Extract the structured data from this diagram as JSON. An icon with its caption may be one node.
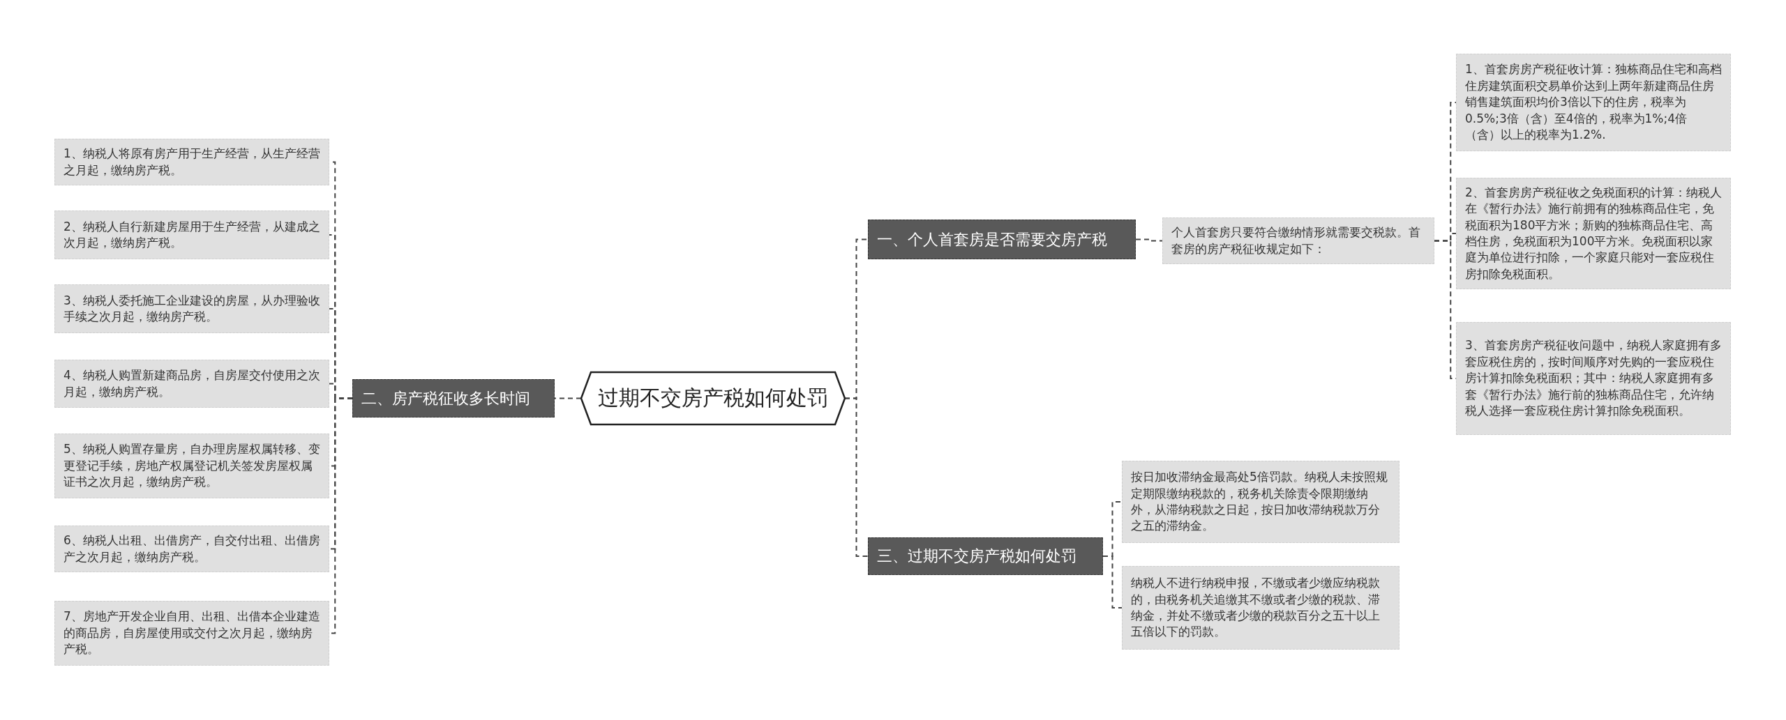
{
  "diagram": {
    "nodes": [
      {
        "text": [
          "过期不交房产税如何处罚"
        ]
      },
      {
        "text": [
          "一、个人首套房是否需要交房产税"
        ]
      },
      {
        "text": [
          "个人首套房只要符合缴纳情形就需要交税款。首套房的房产税征收规定如下："
        ]
      },
      {
        "text": [
          "1、首套房房产税征收计算：独栋商品住宅和高档住房建筑面积交易单价达到上两年新建商品住房销售建筑面积均价3倍以下的住房，税率为0.5%;3倍（含）至4倍的，税率为1%;4倍（含）以上的税率为1.2%."
        ]
      },
      {
        "text": [
          "2、首套房房产税征收之免税面积的计算：纳税人在《暂行办法》施行前拥有的独栋商品住宅，免税面积为180平方米；新购的独栋商品住宅、高档住房，免税面积为100平方米。免税面积以家庭为单位进行扣除，一个家庭只能对一套应税住房扣除免税面积。"
        ]
      },
      {
        "text": [
          "3、首套房房产税征收问题中，纳税人家庭拥有多套应税住房的，按时间顺序对先购的一套应税住房计算扣除免税面积；其中：纳税人家庭拥有多套《暂行办法》施行前的独栋商品住宅，允许纳税人选择一套应税住房计算扣除免税面积。"
        ]
      },
      {
        "text": [
          "二、房产税征收多长时间"
        ]
      },
      {
        "text": [
          "1、纳税人将原有房产用于生产经营，从生产经营之月起，缴纳房产税。"
        ]
      },
      {
        "text": [
          "2、纳税人自行新建房屋用于生产经营，从建成之次月起，缴纳房产税。"
        ]
      },
      {
        "text": [
          "3、纳税人委托施工企业建设的房屋，从办理验收手续之次月起，缴纳房产税。"
        ]
      },
      {
        "text": [
          "4、纳税人购置新建商品房，自房屋交付使用之次月起，缴纳房产税。"
        ]
      },
      {
        "text": [
          "5、纳税人购置存量房，自办理房屋权属转移、变更登记手续，房地产权属登记机关签发房屋权属证书之次月起，缴纳房产税。"
        ]
      },
      {
        "text": [
          "6、纳税人出租、出借房产，自交付出租、出借房产之次月起，缴纳房产税。"
        ]
      },
      {
        "text": [
          "7、房地产开发企业自用、出租、出借本企业建造的商品房，自房屋使用或交付之次月起，缴纳房产税。"
        ]
      },
      {
        "text": [
          "三、过期不交房产税如何处罚"
        ]
      },
      {
        "text": [
          "按日加收滞纳金最高处5倍罚款。纳税人未按照规定期限缴纳税款的，税务机关除责令限期缴纳外，从滞纳税款之日起，按日加收滞纳税款万分之五的滞纳金。"
        ]
      },
      {
        "text": [
          "纳税人不进行纳税申报，不缴或者少缴应纳税款的，由税务机关追缴其不缴或者少缴的税款、滞纳金，并处不缴或者少缴的税款百分之五十以上五倍以下的罚款。"
        ]
      }
    ],
    "edges": [
      {
        "from": 0,
        "to": 1,
        "arrow": "none",
        "style": "dashed"
      },
      {
        "from": 1,
        "to": 2,
        "arrow": "none",
        "style": "dashed"
      },
      {
        "from": 2,
        "to": 3,
        "arrow": "none",
        "style": "dashed"
      },
      {
        "from": 2,
        "to": 4,
        "arrow": "none",
        "style": "dashed"
      },
      {
        "from": 2,
        "to": 5,
        "arrow": "none",
        "style": "dashed"
      },
      {
        "from": 0,
        "to": 6,
        "arrow": "none",
        "style": "dashed"
      },
      {
        "from": 6,
        "to": 7,
        "arrow": "none",
        "style": "dashed"
      },
      {
        "from": 6,
        "to": 8,
        "arrow": "none",
        "style": "dashed"
      },
      {
        "from": 6,
        "to": 9,
        "arrow": "none",
        "style": "dashed"
      },
      {
        "from": 6,
        "to": 10,
        "arrow": "none",
        "style": "dashed"
      },
      {
        "from": 6,
        "to": 11,
        "arrow": "none",
        "style": "dashed"
      },
      {
        "from": 6,
        "to": 12,
        "arrow": "none",
        "style": "dashed"
      },
      {
        "from": 6,
        "to": 13,
        "arrow": "none",
        "style": "dashed"
      },
      {
        "from": 0,
        "to": 14,
        "arrow": "none",
        "style": "dashed"
      },
      {
        "from": 14,
        "to": 15,
        "arrow": "none",
        "style": "dashed"
      },
      {
        "from": 14,
        "to": 16,
        "arrow": "none",
        "style": "dashed"
      }
    ]
  }
}
